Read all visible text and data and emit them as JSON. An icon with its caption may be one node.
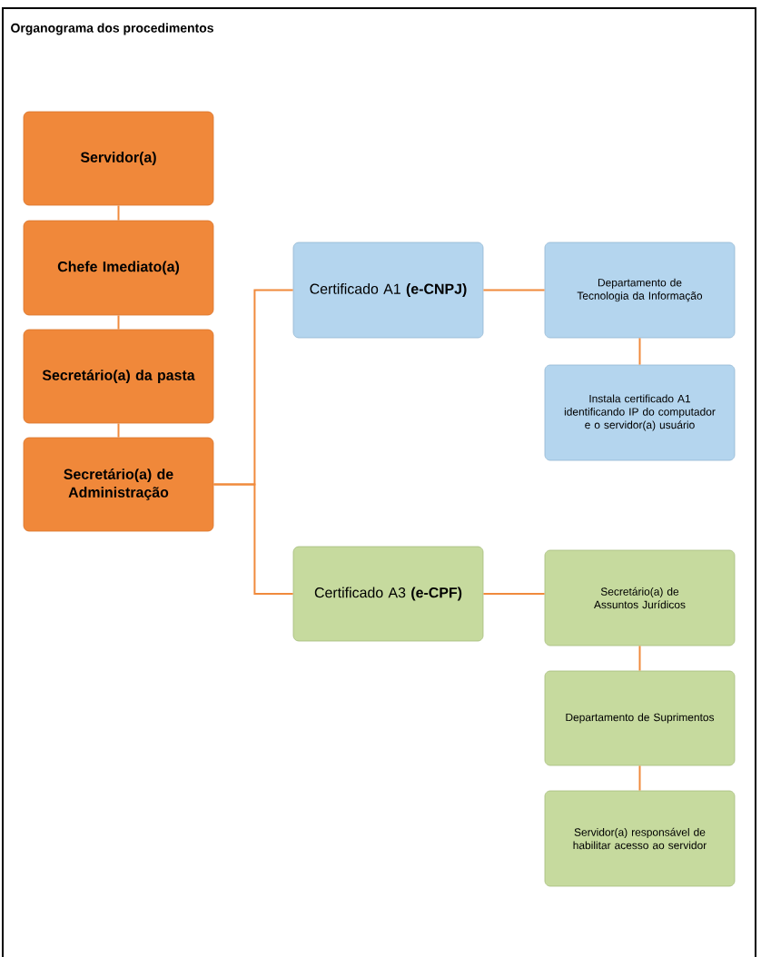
{
  "diagram": {
    "title": "Organograma dos procedimentos",
    "nodes": [
      {
        "text": [
          "Servidor(a)"
        ]
      },
      {
        "text": [
          "Chefe Imediato(a)"
        ]
      },
      {
        "text": [
          "Secretário(a) da pasta"
        ]
      },
      {
        "text": [
          "Secretário(a) de Administração"
        ]
      },
      {
        "text": [
          "Certificado A1 **(e-CNPJ)**"
        ]
      },
      {
        "text": [
          "Departamento de Tecnologia da Informação"
        ]
      },
      {
        "text": [
          "Instala certificado A1 identificando IP do computador e o servidor(a) usuário"
        ]
      },
      {
        "text": [
          "Certificado A3 **(e-CPF)**"
        ]
      },
      {
        "text": [
          "Secretário(a) de Assuntos Jurídicos"
        ]
      },
      {
        "text": [
          "Departamento de Suprimentos"
        ]
      },
      {
        "text": [
          "Servidor(a) responsável de habilitar acesso ao servidor"
        ]
      }
    ],
    "edges": [
      {
        "from": 0,
        "to": 1,
        "arrow": "none"
      },
      {
        "from": 1,
        "to": 2,
        "arrow": "none"
      },
      {
        "from": 2,
        "to": 3,
        "arrow": "none"
      },
      {
        "from": 3,
        "to": 4,
        "arrow": "none"
      },
      {
        "from": 3,
        "to": 7,
        "arrow": "none"
      },
      {
        "from": 4,
        "to": 5,
        "arrow": "none"
      },
      {
        "from": 5,
        "to": 6,
        "arrow": "none"
      },
      {
        "from": 7,
        "to": 8,
        "arrow": "none"
      },
      {
        "from": 8,
        "to": 9,
        "arrow": "none"
      },
      {
        "from": 9,
        "to": 10,
        "arrow": "none"
      }
    ]
  }
}
